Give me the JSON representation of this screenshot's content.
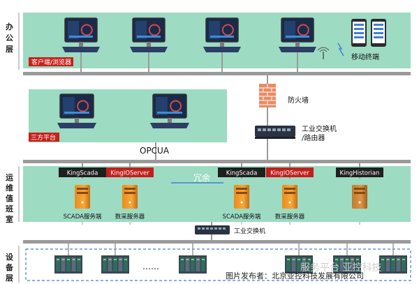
{
  "layers": {
    "office": "办公层",
    "ops": "运维值班室",
    "device": "设备层"
  },
  "labels": {
    "client_browser": "客户端/浏览器",
    "mobile_terminal": "移动终端",
    "firewall": "防火墙",
    "third_party": "三方平台",
    "industrial_switch_router": [
      "工业交换机",
      "/路由器"
    ],
    "opcua": "OPCUA",
    "redundant": "冗余",
    "industrial_switch": "工业交换机",
    "ellipsis": "……"
  },
  "servers": [
    {
      "title": "KingScada",
      "caption": "SCADA服务端",
      "title_bg": "#1f1f1f",
      "case": "orange"
    },
    {
      "title": "KingIOServer",
      "caption": "数采服务器",
      "title_bg": "#c0201c",
      "case": "orange"
    },
    {
      "title": "KingScada",
      "caption": "SCADA服务端",
      "title_bg": "#1f1f1f",
      "case": "orange"
    },
    {
      "title": "KingIOServer",
      "caption": "数采服务器",
      "title_bg": "#c0201c",
      "case": "orange"
    },
    {
      "title": "KingHistorian",
      "caption": "",
      "title_bg": "#1f1f1f",
      "case": "brown"
    }
  ],
  "watermark": "图片发布者：北京亚控科技发展有限公司",
  "watermark_bg": "服务平台 亚控科技",
  "colors": {
    "green": "#9ddbc3",
    "red_label": "#c8211c",
    "bus": "#9a9a9a",
    "screen": "#1b2a4a"
  }
}
